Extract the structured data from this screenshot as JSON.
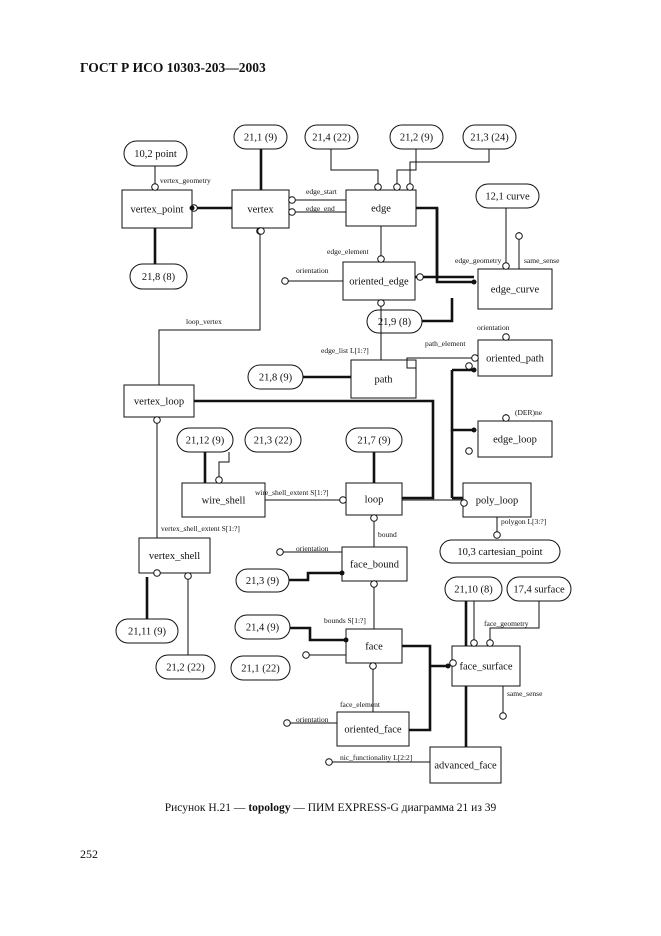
{
  "header": "ГОСТ Р ИСО 10303-203—2003",
  "caption": {
    "prefix": "Рисунок Н.21 — ",
    "bold": "topology",
    "suffix": " — ПИМ EXPRESS-G диаграмма 21 из 39"
  },
  "page_number": "252",
  "entities": {
    "vertex_point": "vertex_point",
    "vertex": "vertex",
    "edge": "edge",
    "oriented_edge": "oriented_edge",
    "edge_curve": "edge_curve",
    "oriented_path": "oriented_path",
    "path": "path",
    "vertex_loop": "vertex_loop",
    "edge_loop": "edge_loop",
    "wire_shell": "wire_shell",
    "loop": "loop",
    "poly_loop": "poly_loop",
    "vertex_shell": "vertex_shell",
    "face_bound": "face_bound",
    "face": "face",
    "face_surface": "face_surface",
    "oriented_face": "oriented_face",
    "advanced_face": "advanced_face"
  },
  "refs": {
    "point": "10,2 point",
    "r21_1_top": "21,1 (9)",
    "r21_4_top": "21,4 (22)",
    "r21_2_top": "21,2 (9)",
    "r21_3_top": "21,3 (24)",
    "curve": "12,1 curve",
    "r21_8_left": "21,8 (8)",
    "r21_9": "21,9 (8)",
    "r21_8_path": "21,8 (9)",
    "r21_12": "21,12 (9)",
    "r21_3_wire": "21,3 (22)",
    "r21_7": "21,7 (9)",
    "cartesian_point": "10,3 cartesian_point",
    "r21_3_fb": "21,3 (9)",
    "r21_10": "21,10 (8)",
    "surface": "17,4 surface",
    "r21_11": "21,11 (9)",
    "r21_4_face": "21,4 (9)",
    "r21_2_bottom": "21,2 (22)",
    "r21_1_face": "21,1 (22)"
  },
  "labels": {
    "vertex_geometry": "vertex_geometry",
    "edge_start": "edge_start",
    "edge_end": "edge_end",
    "edge_element": "edge_element",
    "orientation_oe": "orientation",
    "edge_geometry": "edge_geometry",
    "same_sense_ec": "same_sense",
    "loop_vertex": "loop_vertex",
    "orientation_op": "orientation",
    "path_element": "path_element",
    "edge_list": "edge_list L[1:?]",
    "der_ne": "(DER)ne",
    "wire_shell_extent": "wire_shell_extent S[1:?]",
    "vertex_shell_extent": "vertex_shell_extent S[1:?]",
    "bound": "bound",
    "polygon": "polygon L[3:?]",
    "orientation_fb": "orientation",
    "face_geometry": "face_geometry",
    "bounds": "bounds S[1:?]",
    "same_sense_fs": "same_sense",
    "face_element": "face_element",
    "orientation_of": "orientation",
    "nic_functionality": "nic_functionality L[2:2]"
  }
}
